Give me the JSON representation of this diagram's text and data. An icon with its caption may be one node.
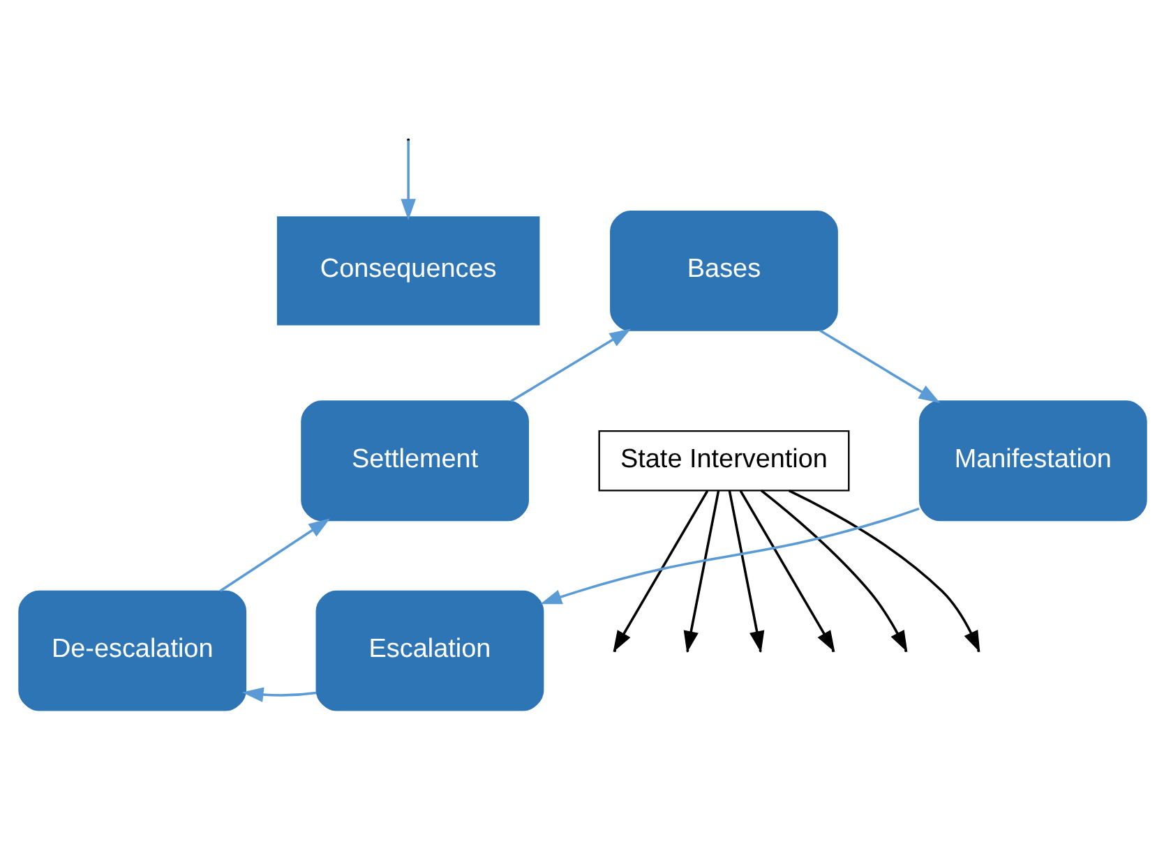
{
  "diagram": {
    "nodes": [
      {
        "text": [
          "Consequences"
        ]
      },
      {
        "text": [
          "Bases"
        ]
      },
      {
        "text": [
          "Settlement"
        ]
      },
      {
        "text": [
          "State Intervention"
        ]
      },
      {
        "text": [
          "Manifestation"
        ]
      },
      {
        "text": [
          "De-escalation"
        ]
      },
      {
        "text": [
          "Escalation"
        ]
      }
    ],
    "edges": [
      {
        "from": null,
        "to": 0,
        "arrow": "to",
        "color": "#5b9bd5"
      },
      {
        "from": 2,
        "to": 1,
        "arrow": "to",
        "color": "#5b9bd5"
      },
      {
        "from": 1,
        "to": 4,
        "arrow": "to",
        "color": "#5b9bd5"
      },
      {
        "from": 4,
        "to": 6,
        "arrow": "to",
        "color": "#5b9bd5"
      },
      {
        "from": 6,
        "to": 5,
        "arrow": "to",
        "color": "#5b9bd5"
      },
      {
        "from": 5,
        "to": 2,
        "arrow": "to",
        "color": "#5b9bd5"
      },
      {
        "from": 3,
        "to": null,
        "arrow": "to",
        "color": "#000000"
      },
      {
        "from": 3,
        "to": null,
        "arrow": "to",
        "color": "#000000"
      },
      {
        "from": 3,
        "to": null,
        "arrow": "to",
        "color": "#000000"
      },
      {
        "from": 3,
        "to": null,
        "arrow": "to",
        "color": "#000000"
      },
      {
        "from": 3,
        "to": null,
        "arrow": "to",
        "color": "#000000"
      },
      {
        "from": 3,
        "to": null,
        "arrow": "to",
        "color": "#000000"
      }
    ]
  }
}
